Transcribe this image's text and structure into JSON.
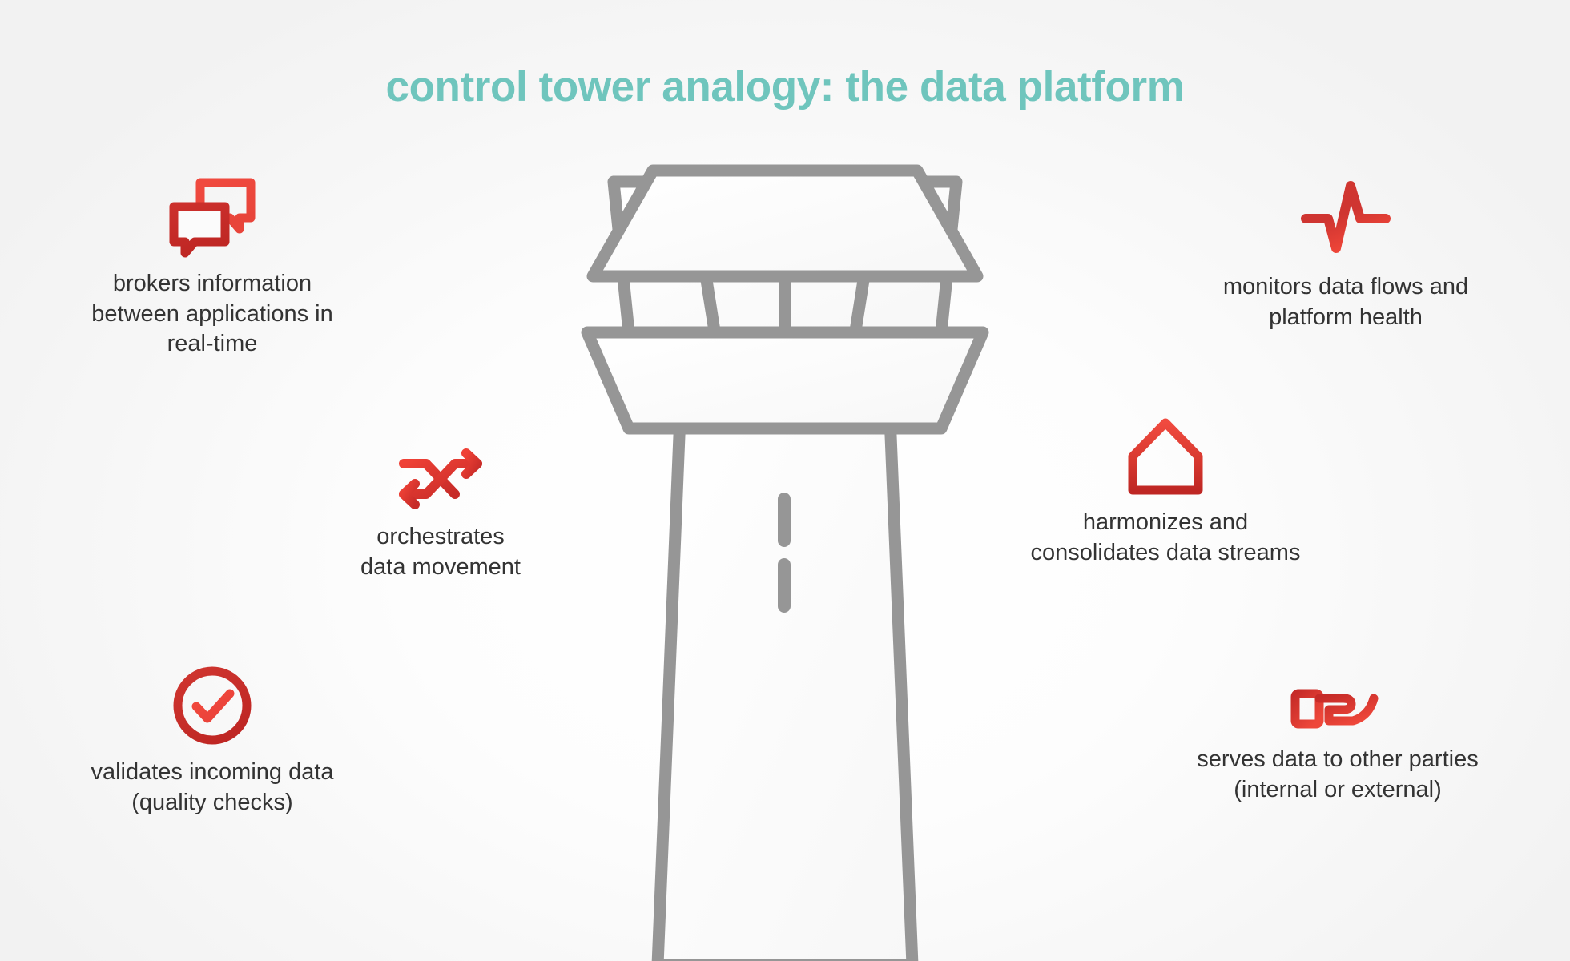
{
  "slide": {
    "title": "control tower analogy: the data platform",
    "title_color": "#6fc5bd",
    "background_color": "#fafafa",
    "text_color": "#333333"
  },
  "palette": {
    "icon_red_light": "#ef4136",
    "icon_red_dark": "#c62b28",
    "tower_stroke": "#969696",
    "tower_fill": "#fbfbfb",
    "title_teal": "#6fc5bd"
  },
  "illustration": {
    "name": "control-tower",
    "parts": [
      "roof",
      "observation-deck-windows",
      "deck-base",
      "tower-shaft",
      "shaft-dashes"
    ]
  },
  "features": {
    "left": [
      {
        "id": "brokers-information",
        "icon": "chat-bubbles-icon",
        "caption": "brokers information\nbetween applications in\nreal-time"
      },
      {
        "id": "orchestrates-data-movement",
        "icon": "shuffle-arrows-icon",
        "caption": "orchestrates\ndata movement"
      },
      {
        "id": "validates-incoming-data",
        "icon": "check-circle-icon",
        "caption": "validates incoming data\n(quality checks)"
      }
    ],
    "right": [
      {
        "id": "monitors-data-flows",
        "icon": "pulse-line-icon",
        "caption": "monitors data flows and\nplatform health"
      },
      {
        "id": "harmonizes-consolidates",
        "icon": "house-icon",
        "caption": "harmonizes and\nconsolidates data streams"
      },
      {
        "id": "serves-data",
        "icon": "serving-hand-icon",
        "caption": "serves data to other parties\n(internal or external)"
      }
    ]
  }
}
